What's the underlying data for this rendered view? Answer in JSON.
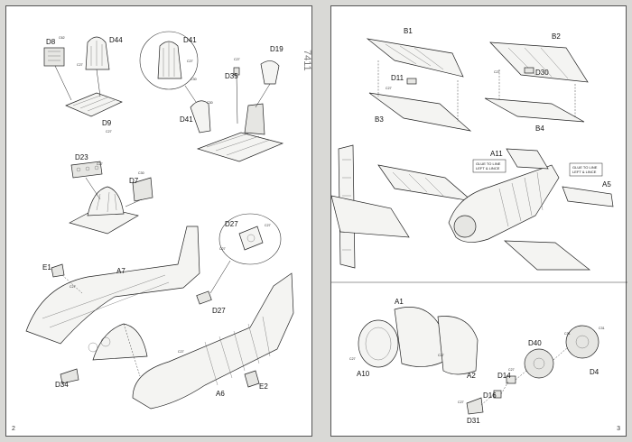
{
  "left_page": {
    "page_number": "2",
    "margin_mark": "7411",
    "parts": [
      "D8",
      "D44",
      "D41",
      "D35",
      "D19",
      "D41",
      "D9",
      "D23",
      "D7",
      "D27",
      "D27",
      "E1",
      "A7",
      "D34",
      "A6",
      "E2"
    ],
    "tags": [
      "C62",
      "C27",
      "C27",
      "C27",
      "C30",
      "C27",
      "C30",
      "C27",
      "C30",
      "C27",
      "C27",
      "C27",
      "C27"
    ]
  },
  "right_page": {
    "page_number": "3",
    "parts": [
      "B1",
      "B2",
      "D11",
      "D30",
      "B3",
      "B4",
      "A11",
      "A5",
      "A1",
      "A10",
      "A2",
      "D40",
      "C31",
      "D14",
      "D16",
      "D4",
      "D31"
    ],
    "notes": {
      "glue_left_1": "GLUE TO LINE",
      "glue_left_2": "LEFT & LINCE",
      "glue_right_1": "GLUE TO LINE",
      "glue_right_2": "LEFT & LINCE"
    },
    "tags": [
      "C27",
      "C27",
      "C27",
      "C27",
      "C27",
      "C31",
      "C27"
    ]
  }
}
